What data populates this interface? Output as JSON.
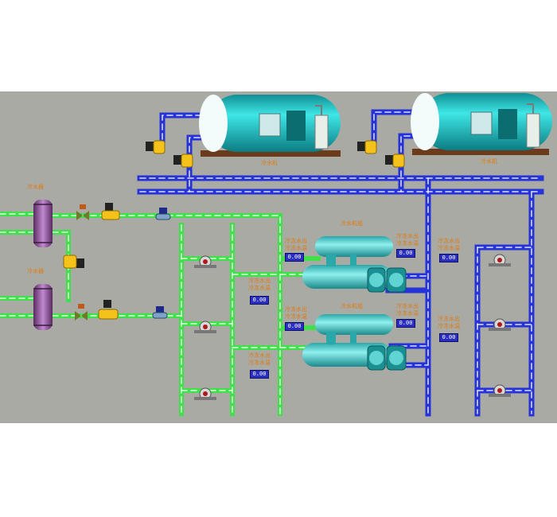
{
  "colors": {
    "background": "#a9aaa4",
    "green_pipe": "#3fe04a",
    "blue_pipe": "#2633d8",
    "tank": "#1ec7c7",
    "label": "#e07a12",
    "value_box": "#2b2fbf"
  },
  "boilers": [
    {
      "label": "冷水机"
    },
    {
      "label": "冷水机"
    }
  ],
  "exchangers": [
    {
      "label": "冷水器"
    },
    {
      "label": "冷水器"
    }
  ],
  "chillers": [
    {
      "label": "冷水机组"
    },
    {
      "label": "冷水机组"
    }
  ],
  "readouts": [
    {
      "line1": "冷冻水出",
      "line2": "冷冻水温",
      "value": "0.00"
    },
    {
      "line1": "冷冻水出",
      "line2": "冷冻水温",
      "value": "0.00"
    },
    {
      "line1": "冷冻水出",
      "line2": "冷冻水温",
      "value": "0.00"
    },
    {
      "line1": "冷冻水出",
      "line2": "冷冻水温",
      "value": "0.00"
    },
    {
      "line1": "冷冻水出",
      "line2": "冷冻水温",
      "value": "0.00"
    },
    {
      "line1": "冷冻水出",
      "line2": "冷冻水温",
      "value": "0.00"
    },
    {
      "line1": "冷冻水出",
      "line2": "冷冻水温",
      "value": "0.00"
    },
    {
      "line1": "冷冻水出",
      "line2": "冷冻水温",
      "value": "0.00"
    }
  ],
  "icons": [
    "boiler-icon",
    "heat-exchanger-icon",
    "chiller-icon",
    "pump-icon",
    "valve-icon",
    "actuator-icon",
    "flow-meter-icon"
  ]
}
